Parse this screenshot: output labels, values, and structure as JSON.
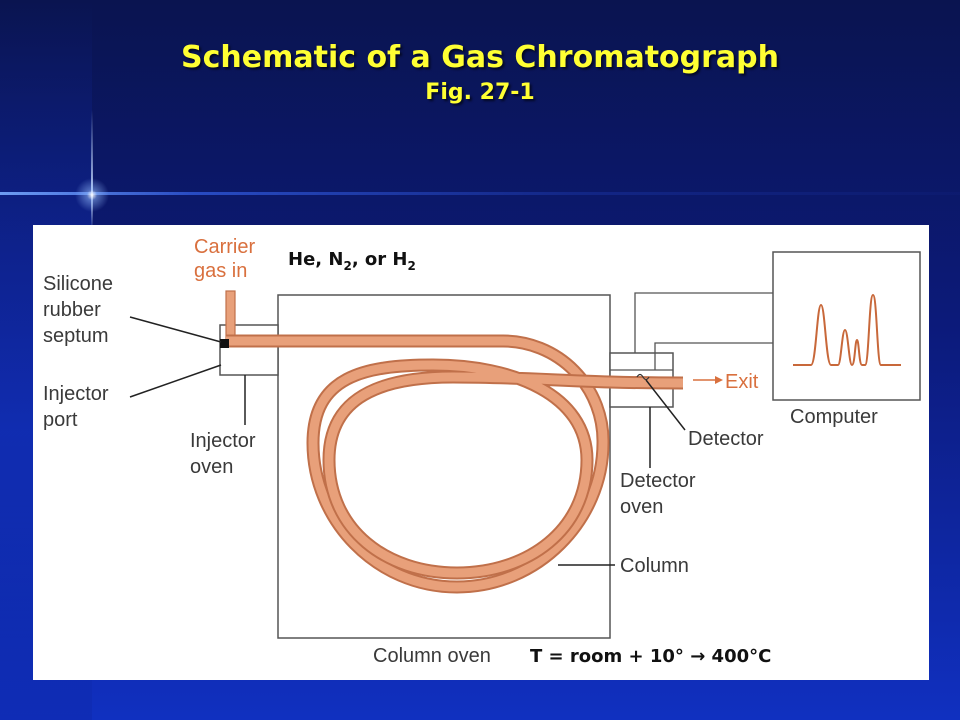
{
  "header": {
    "title": "Schematic of a Gas Chromatograph",
    "subtitle": "Fig. 27-1"
  },
  "diagram": {
    "carrier_line1": "Carrier",
    "carrier_line2": "gas in",
    "gas_prefix": "He, N",
    "gas_n_sub": "2",
    "gas_middle": ", or H",
    "gas_h_sub": "2",
    "septum_line1": "Silicone",
    "septum_line2": "rubber",
    "septum_line3": "septum",
    "injector_port_line1": "Injector",
    "injector_port_line2": "port",
    "injector_oven_line1": "Injector",
    "injector_oven_line2": "oven",
    "exit": "Exit",
    "computer": "Computer",
    "detector": "Detector",
    "detector_oven_line1": "Detector",
    "detector_oven_line2": "oven",
    "column": "Column",
    "column_oven": "Column oven",
    "temperature": "T = room + 10° → 400°C"
  },
  "colors": {
    "tube": "#e8a07a",
    "tube_edge": "#c0704a",
    "carrier_text": "#d9703e",
    "label_text": "#3a3a3a",
    "trace": "#c8683a",
    "title": "#ffff33"
  }
}
